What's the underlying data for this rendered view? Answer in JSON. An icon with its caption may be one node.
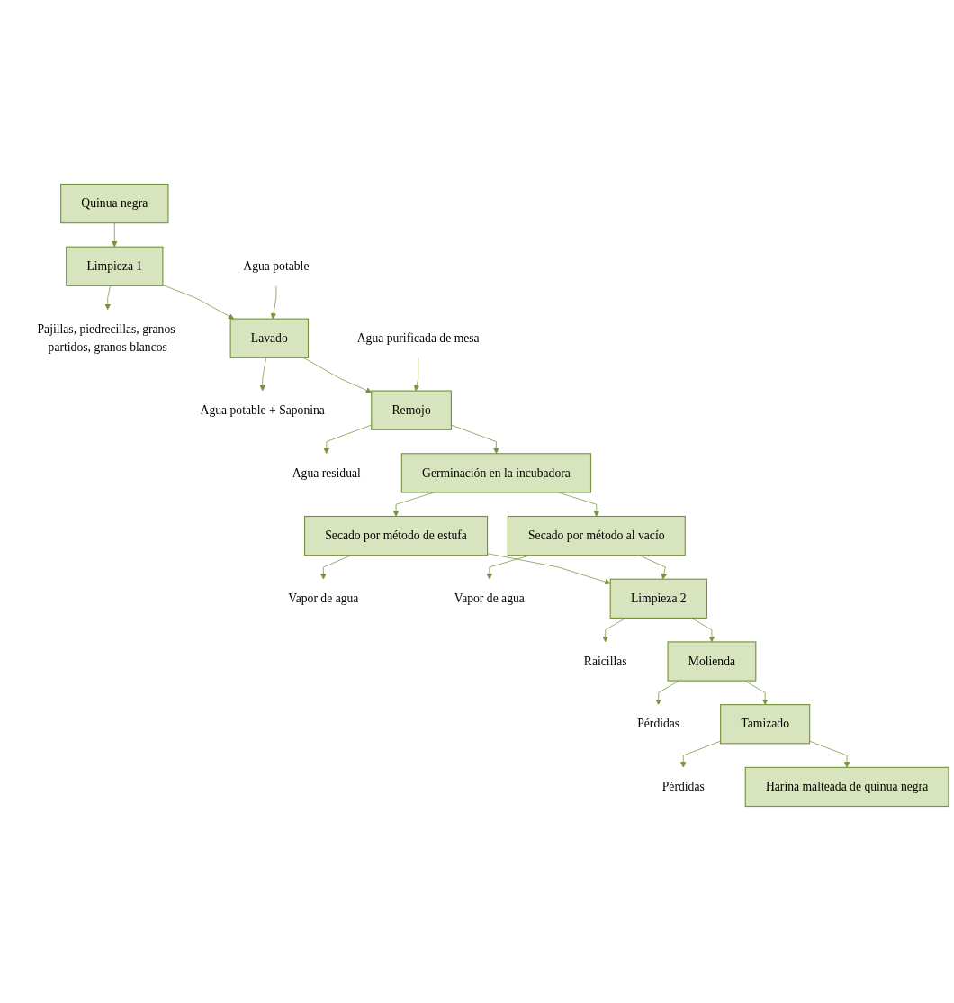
{
  "diagram": {
    "nodes": [
      {
        "text": [
          "Quinua negra"
        ]
      },
      {
        "text": [
          "Limpieza 1"
        ]
      },
      {
        "text": [
          "Pajillas, piedrecillas, granos partidos, granos blancos"
        ]
      },
      {
        "text": [
          "Agua potable"
        ]
      },
      {
        "text": [
          "Lavado"
        ]
      },
      {
        "text": [
          "Agua potable + Saponina"
        ]
      },
      {
        "text": [
          "Agua purificada de mesa"
        ]
      },
      {
        "text": [
          "Remojo"
        ]
      },
      {
        "text": [
          "Agua residual"
        ]
      },
      {
        "text": [
          "Germinación en la incubadora"
        ]
      },
      {
        "text": [
          "Vapor de agua"
        ]
      },
      {
        "text": [
          "Secado por método de estufa"
        ]
      },
      {
        "text": [
          "Secado por método al vacío"
        ]
      },
      {
        "text": [
          "Vapor de agua"
        ]
      },
      {
        "text": [
          "Limpieza 2"
        ]
      },
      {
        "text": [
          "Raicillas"
        ]
      },
      {
        "text": [
          "Molienda"
        ]
      },
      {
        "text": [
          "Pérdidas"
        ]
      },
      {
        "text": [
          "Tamizado"
        ]
      },
      {
        "text": [
          "Pérdidas"
        ]
      },
      {
        "text": [
          "Harina malteada de quinua negra"
        ]
      }
    ],
    "edges": [
      {
        "from": 0,
        "to": 1,
        "arrow": "to"
      },
      {
        "from": 1,
        "to": 2,
        "arrow": "to"
      },
      {
        "from": 1,
        "to": 4,
        "arrow": "to"
      },
      {
        "from": 3,
        "to": 4,
        "arrow": "to"
      },
      {
        "from": 4,
        "to": 5,
        "arrow": "to"
      },
      {
        "from": 4,
        "to": 7,
        "arrow": "to"
      },
      {
        "from": 6,
        "to": 7,
        "arrow": "to"
      },
      {
        "from": 7,
        "to": 8,
        "arrow": "to"
      },
      {
        "from": 7,
        "to": 9,
        "arrow": "to"
      },
      {
        "from": 9,
        "to": 11,
        "arrow": "to"
      },
      {
        "from": 9,
        "to": 12,
        "arrow": "to"
      },
      {
        "from": 11,
        "to": 10,
        "arrow": "to"
      },
      {
        "from": 12,
        "to": 13,
        "arrow": "to"
      },
      {
        "from": 11,
        "to": 14,
        "arrow": "to"
      },
      {
        "from": 12,
        "to": 14,
        "arrow": "to"
      },
      {
        "from": 14,
        "to": 15,
        "arrow": "to"
      },
      {
        "from": 14,
        "to": 16,
        "arrow": "to"
      },
      {
        "from": 16,
        "to": 17,
        "arrow": "to"
      },
      {
        "from": 16,
        "to": 18,
        "arrow": "to"
      },
      {
        "from": 18,
        "to": 19,
        "arrow": "to"
      },
      {
        "from": 18,
        "to": 20,
        "arrow": "to"
      }
    ]
  }
}
